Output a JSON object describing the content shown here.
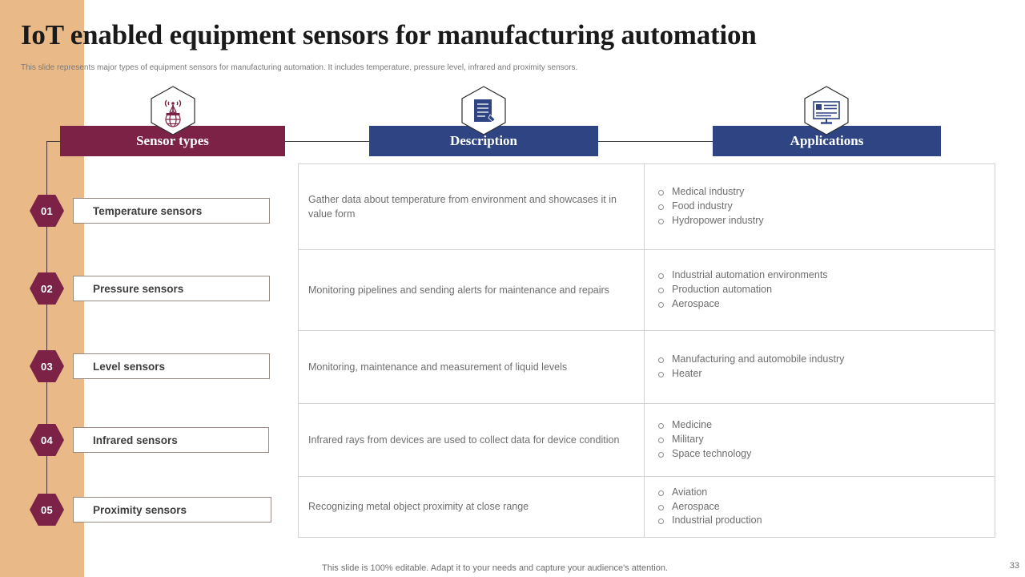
{
  "slide": {
    "title": "IoT enabled equipment sensors for manufacturing automation",
    "subtitle": "This slide represents major types of equipment sensors for manufacturing automation. It includes temperature, pressure level, infrared and proximity sensors.",
    "footer_note": "This slide is 100% editable. Adapt it to your needs and capture your audience's attention.",
    "page_number": "33"
  },
  "colors": {
    "sidebar_beige": "#e9b987",
    "maroon": "#7b2246",
    "navy": "#2f4583",
    "body_text": "#6e6e6e",
    "border": "#d2d2d2"
  },
  "headers": [
    {
      "label": "Sensor types",
      "icon": "sensor-antenna-globe-icon",
      "color": "#7b2246"
    },
    {
      "label": "Description",
      "icon": "document-pen-icon",
      "color": "#2f4583"
    },
    {
      "label": "Applications",
      "icon": "monitor-screen-icon",
      "color": "#2f4583"
    }
  ],
  "rows": [
    {
      "number": "01",
      "sensor": "Temperature sensors",
      "description": "Gather data about temperature from environment and showcases it in value form",
      "applications": [
        "Medical industry",
        "Food industry",
        "Hydropower industry"
      ]
    },
    {
      "number": "02",
      "sensor": "Pressure sensors",
      "description": "Monitoring pipelines and sending alerts for maintenance and repairs",
      "applications": [
        "Industrial automation environments",
        "Production automation",
        "Aerospace"
      ]
    },
    {
      "number": "03",
      "sensor": "Level sensors",
      "description": "Monitoring, maintenance and measurement of liquid levels",
      "applications": [
        "Manufacturing and automobile industry",
        "Heater"
      ]
    },
    {
      "number": "04",
      "sensor": "Infrared sensors",
      "description": "Infrared rays from devices are used to collect data for device condition",
      "applications": [
        "Medicine",
        "Military",
        "Space technology"
      ]
    },
    {
      "number": "05",
      "sensor": "Proximity sensors",
      "description": "Recognizing metal object proximity at close range",
      "applications": [
        "Aviation",
        "Aerospace",
        "Industrial production"
      ]
    }
  ]
}
